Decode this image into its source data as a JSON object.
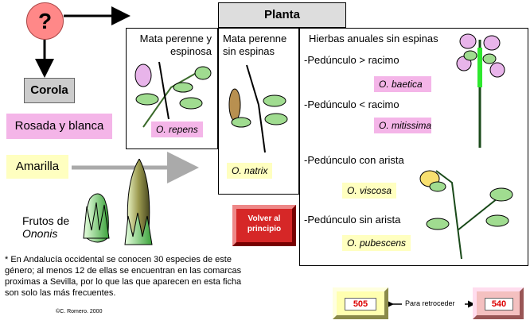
{
  "question": {
    "symbol": "?"
  },
  "corola": {
    "label": "Corola"
  },
  "planta": {
    "label": "Planta"
  },
  "colors": {
    "rosada": "Rosada y blanca",
    "amarilla": "Amarilla"
  },
  "columns": {
    "mata_espinosa": [
      "Mata perenne y",
      "espinosa"
    ],
    "mata_sin": [
      "Mata perenne",
      "sin espinas"
    ],
    "hierbas": "Hierbas anuales sin espinas"
  },
  "criteria": {
    "ped_mayor": "-Pedúnculo > racimo",
    "ped_menor": "-Pedúnculo < racimo",
    "ped_con": "-Pedúnculo con arista",
    "ped_sin": "-Pedúnculo sin arista"
  },
  "species": {
    "repens": "O. repens",
    "natrix": "O. natrix",
    "baetica": "O. baetica",
    "mitissima": "O. mitissima",
    "viscosa": "O. viscosa",
    "pubescens": "O. pubescens"
  },
  "frutos": {
    "line1": "Frutos de",
    "line2": "Ononis"
  },
  "volver": {
    "line1": "Volver al",
    "line2": "principio"
  },
  "footnote": [
    "* En Andalucía occidental se conocen 30 especies de este",
    "género; al menos 12 de ellas se encuentran en las comarcas",
    "proximas a Sevilla, por lo que las que aparecen en esta ficha",
    "son solo las más frecuentes."
  ],
  "copyright": "©C. Romero. 2000",
  "nav": {
    "prev": "505",
    "middle": "Para retroceder",
    "next": "540"
  }
}
